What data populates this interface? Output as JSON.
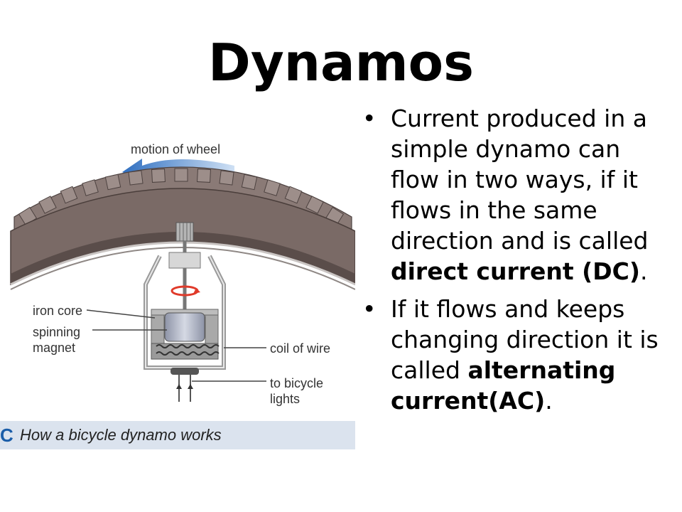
{
  "slide": {
    "title": "Dynamos"
  },
  "bullets": [
    {
      "text_before": "Current produced in a simple dynamo can flow in two ways, if it flows in the same direction and is called ",
      "bold": "direct current (DC)",
      "text_after": "."
    },
    {
      "text_before": "If it flows and keeps changing direction it is called ",
      "bold": "alternating current(AC)",
      "text_after": "."
    }
  ],
  "bullet_symbol": "•",
  "figure": {
    "labels": {
      "motion": "motion of wheel",
      "iron_core": "iron core",
      "spinning_magnet_line1": "spinning",
      "spinning_magnet_line2": "magnet",
      "coil": "coil of wire",
      "lights_line1": "to bicycle",
      "lights_line2": "lights"
    },
    "caption_letter": "C",
    "caption": "How a bicycle dynamo works"
  },
  "colors": {
    "tyre": "#7a6a66",
    "tyre_dark": "#4a3e3b",
    "arrow": "#3b78c4",
    "caption_bg": "#dbe3ee",
    "rotation_arrow": "#e03a2a"
  }
}
